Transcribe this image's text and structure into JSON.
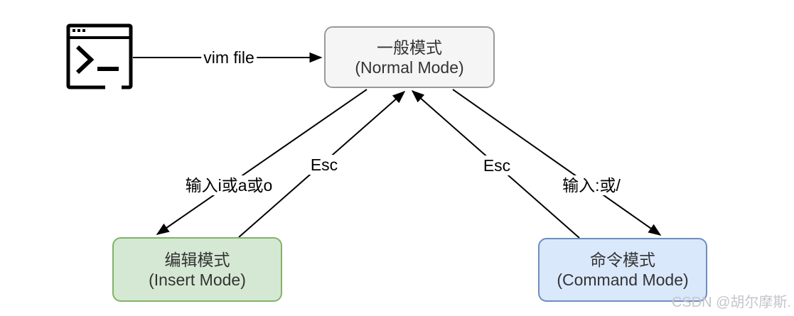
{
  "diagram": {
    "background": "#ffffff",
    "nodes": {
      "normal": {
        "title_zh": "一般模式",
        "title_en": "(Normal Mode)",
        "fill": "#f5f5f5",
        "border": "#999999"
      },
      "insert": {
        "title_zh": "编辑模式",
        "title_en": "(Insert Mode)",
        "fill": "#d5e8d4",
        "border": "#82b366"
      },
      "command": {
        "title_zh": "命令模式",
        "title_en": "(Command Mode)",
        "fill": "#dae8fc",
        "border": "#6c8ebf"
      }
    },
    "edges": {
      "vim_file": {
        "label": "vim file",
        "from": "terminal",
        "to": "normal"
      },
      "enter_insert": {
        "label": "输入i或a或o",
        "from": "normal",
        "to": "insert"
      },
      "exit_insert": {
        "label": "Esc",
        "from": "insert",
        "to": "normal"
      },
      "exit_command": {
        "label": "Esc",
        "from": "command",
        "to": "normal"
      },
      "enter_command": {
        "label": "输入:或/",
        "from": "normal",
        "to": "command"
      }
    },
    "icons": {
      "terminal": "terminal-window-icon"
    },
    "line_color": "#000000",
    "watermark": "CSDN @胡尔摩斯."
  }
}
